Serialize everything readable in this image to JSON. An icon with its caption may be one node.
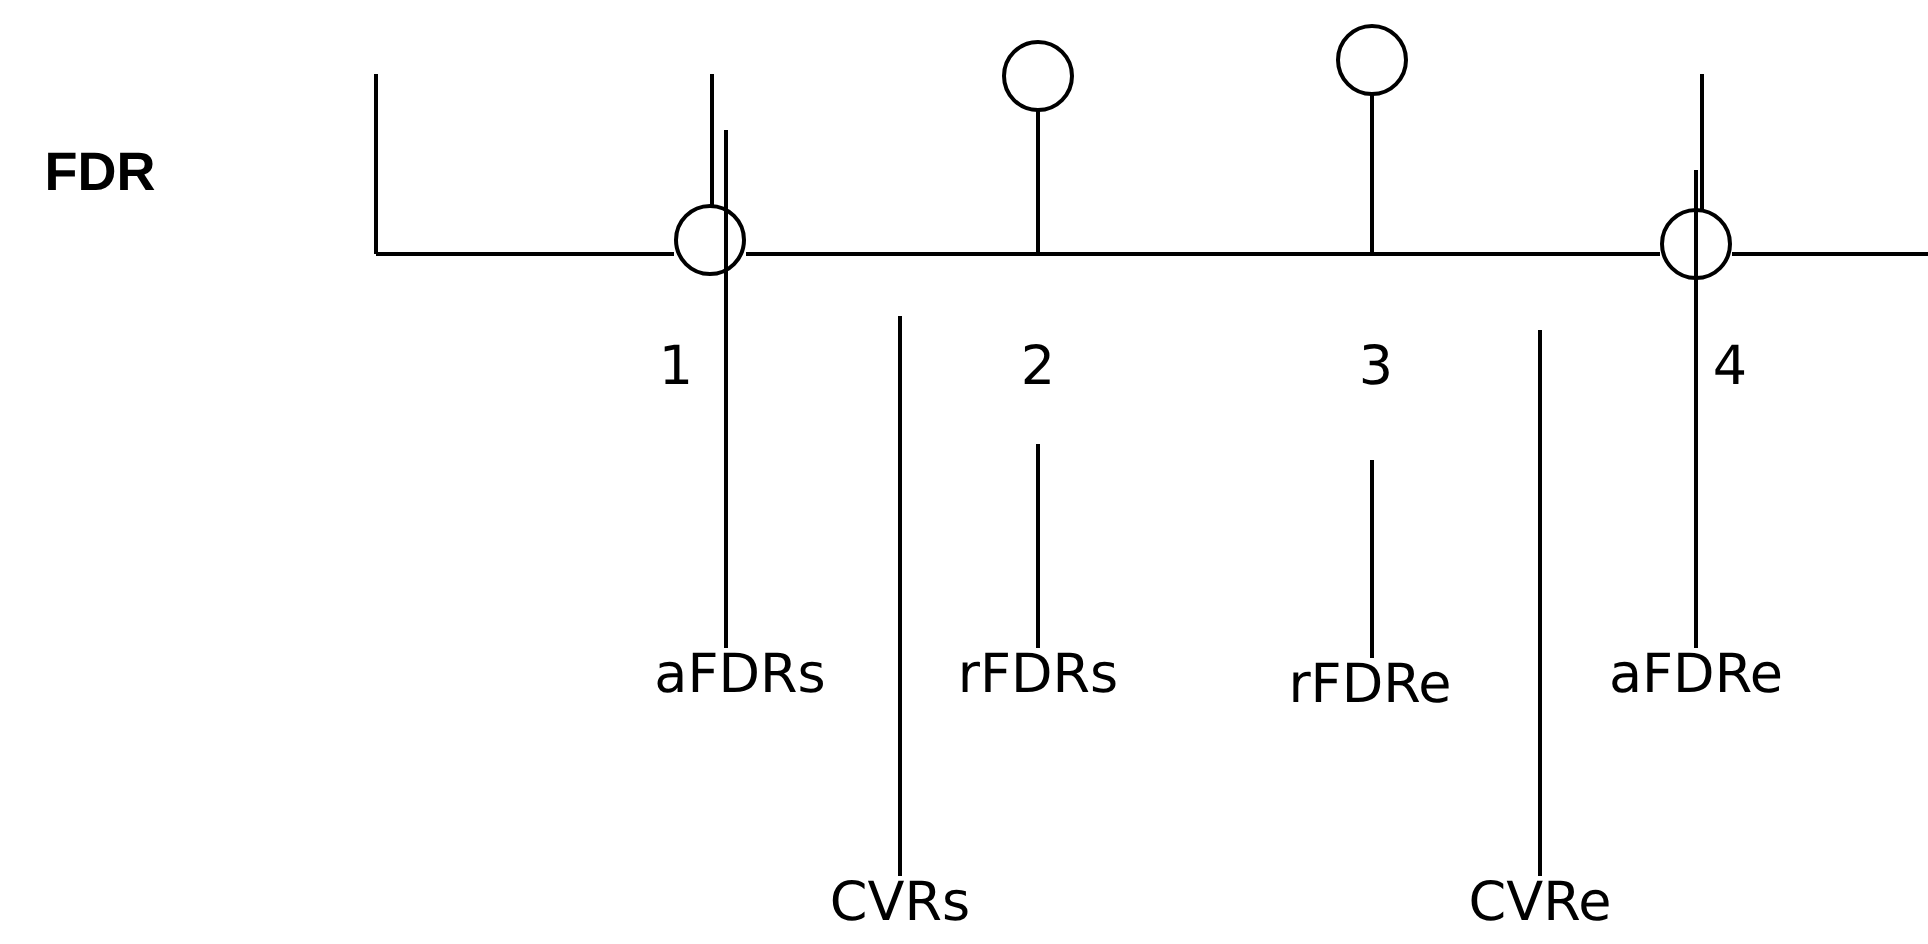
{
  "diagram": {
    "nodes": [
      {
        "text": [
          "aFDRs"
        ]
      },
      {
        "text": [
          "rFDRs"
        ]
      },
      {
        "text": [
          "rFDRe"
        ]
      },
      {
        "text": [
          "aFDRe"
        ]
      },
      {
        "text": [
          "CVRs"
        ]
      },
      {
        "text": [
          "CVRe"
        ]
      }
    ],
    "edges": [
      {
        "from": 0,
        "to": null,
        "arrow": "none"
      },
      {
        "from": 1,
        "to": null,
        "arrow": "none"
      },
      {
        "from": 2,
        "to": null,
        "arrow": "none"
      },
      {
        "from": 3,
        "to": null,
        "arrow": "none"
      },
      {
        "from": 4,
        "to": null,
        "arrow": "none"
      },
      {
        "from": 5,
        "to": null,
        "arrow": "none"
      }
    ],
    "labels": [
      "FDR",
      "1",
      "2",
      "3",
      "4"
    ]
  }
}
